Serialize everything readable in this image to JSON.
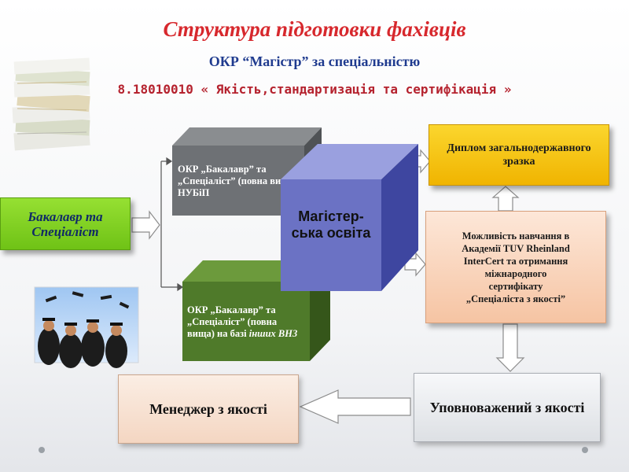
{
  "header": {
    "title": "Структура підготовки фахівців",
    "subtitle": "ОКР “Магістр” за спеціальністю",
    "specialty": "8.18010010 « Якість,стандартизація та сертифікація »"
  },
  "nodes": {
    "bachelor_specialist": "Бакалавр та Спеціаліст",
    "okr_nubip": "ОКР „Бакалавр” та „Спеціаліст” (повна вища) НУБіП",
    "okr_other": "ОКР „Бакалавр” та „Спеціаліст” (повна вища) на базі",
    "okr_other_emph": "інших ВНЗ",
    "master_education": "Магістер-ська освіта",
    "diploma": "Диплом загальнодержавного зразка",
    "tuv_line1": "Можливість навчання в",
    "tuv_line2": "Академії TUV Rheinland",
    "tuv_line3": "InterCert та отримання",
    "tuv_line4": "міжнародного",
    "tuv_line5": "сертифікату",
    "tuv_line6": "„Спеціаліста з якості”",
    "authorized": "Уповноважений з якості",
    "manager": "Менеджер з якості"
  },
  "colors": {
    "title": "#d7282d",
    "subtitle": "#1f3b8f",
    "green_box": "#7ccd1e",
    "gray_box": "#6e7175",
    "dark_green_box": "#4f7a2a",
    "cube_front": "#6b72c4",
    "diploma_box": "#f4c20d",
    "tuv_box": "#f8cfb4",
    "authorized_box": "#eef0f2",
    "manager_box": "#f8e0d0"
  },
  "decor": {
    "papers": "paper-stack-image",
    "graduates": "graduates-photo"
  }
}
